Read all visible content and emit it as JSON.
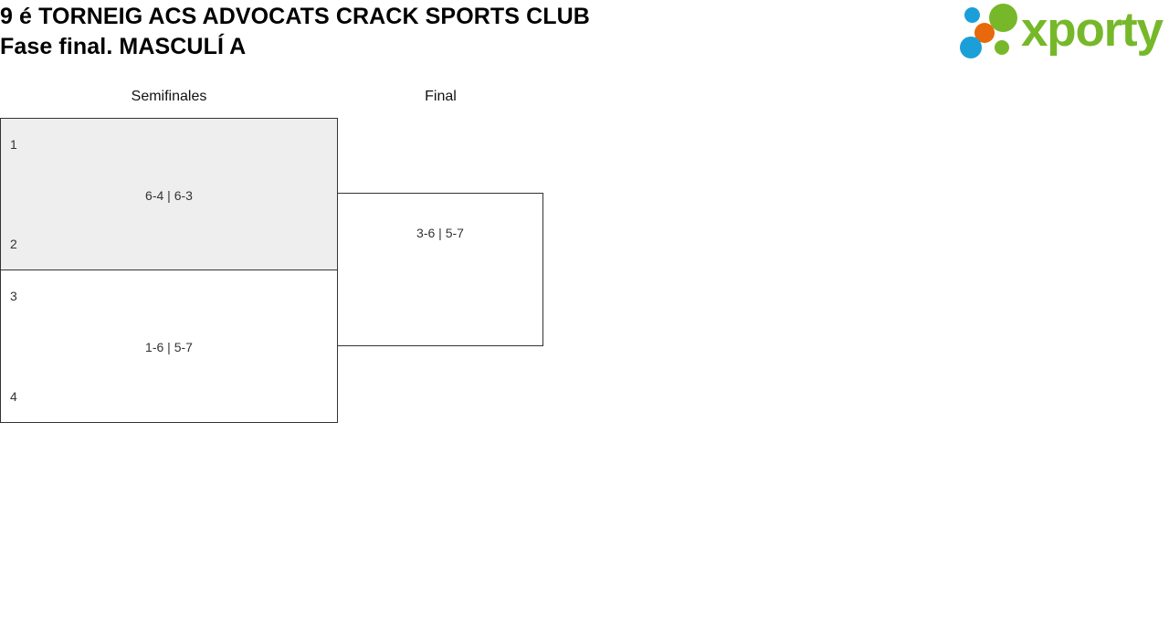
{
  "header": {
    "title_line_1": "9 é TORNEIG ACS ADVOCATS CRACK SPORTS CLUB",
    "title_line_2": "Fase final. MASCULÍ A",
    "logo": {
      "wordmark": "xporty",
      "dots": [
        {
          "name": "blue-small-dot",
          "color": "#1a9fd9"
        },
        {
          "name": "green-large-dot",
          "color": "#76b82a"
        },
        {
          "name": "orange-dot",
          "color": "#e8690b"
        },
        {
          "name": "blue-large-dot",
          "color": "#1a9fd9"
        },
        {
          "name": "green-small-dot",
          "color": "#76b82a"
        }
      ]
    }
  },
  "bracket": {
    "rounds": [
      {
        "label": "Semifinales"
      },
      {
        "label": "Final"
      }
    ],
    "matches": {
      "semifinal_1": {
        "player_top": "1",
        "player_bottom": "2",
        "score": "6-4 | 6-3",
        "highlighted": true
      },
      "semifinal_2": {
        "player_top": "3",
        "player_bottom": "4",
        "score": "1-6 | 5-7",
        "highlighted": false
      },
      "final": {
        "player_top": "",
        "player_bottom": "",
        "score": "3-6 | 5-7",
        "highlighted": false
      }
    }
  },
  "colors": {
    "highlight_background": "#eeeeee",
    "border": "#333333",
    "text": "#333333",
    "title": "#000000",
    "brand_green": "#76b82a",
    "brand_blue": "#1a9fd9",
    "brand_orange": "#e8690b"
  }
}
